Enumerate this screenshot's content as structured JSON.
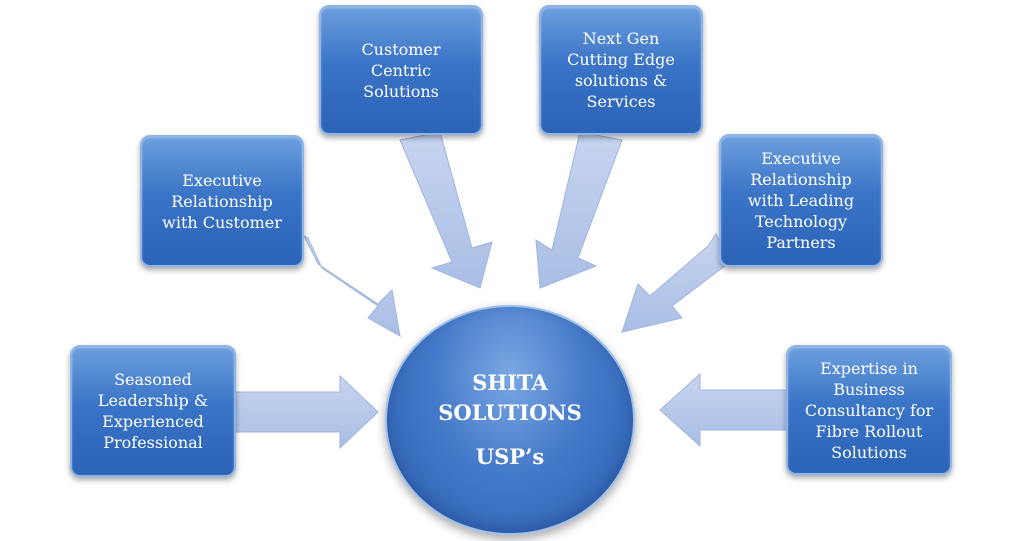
{
  "center": {
    "line1": "SHITA",
    "line2": "SOLUTIONS",
    "line3": "USP’s"
  },
  "nodes": [
    {
      "id": "customer-centric",
      "text": "Customer\nCentric\nSolutions"
    },
    {
      "id": "next-gen",
      "text": "Next Gen\nCutting Edge\nsolutions &\nServices"
    },
    {
      "id": "exec-customer",
      "text": "Executive\nRelationship\nwith Customer"
    },
    {
      "id": "exec-partners",
      "text": "Executive\nRelationship\nwith Leading\nTechnology\nPartners"
    },
    {
      "id": "seasoned",
      "text": "Seasoned\nLeadership &\nExperienced\nProfessional"
    },
    {
      "id": "expertise",
      "text": "Expertise in\nBusiness\nConsultancy for\nFibre Rollout\nSolutions"
    }
  ],
  "colors": {
    "box": "#3a74c7",
    "arrow": "#b4c7e8",
    "hub": "#4479c9",
    "text": "#ffffff"
  }
}
